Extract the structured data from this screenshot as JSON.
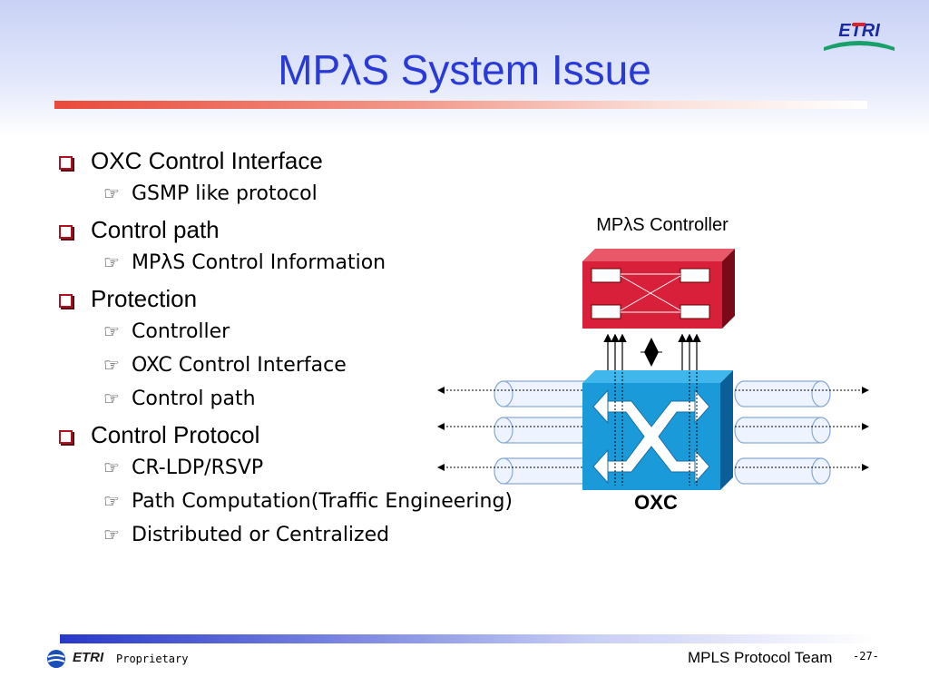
{
  "title": "MPλS System Issue",
  "bullets": [
    {
      "text": "OXC Control Interface",
      "subs": [
        "GSMP like protocol"
      ]
    },
    {
      "text": "Control path",
      "subs": [
        "MPλS Control Information"
      ]
    },
    {
      "text": "Protection",
      "subs": [
        "Controller",
        "OXC Control Interface",
        "Control path"
      ]
    },
    {
      "text": "Control Protocol",
      "subs": [
        "CR-LDP/RSVP",
        "Path Computation(Traffic Engineering)",
        "Distributed or Centralized"
      ]
    }
  ],
  "diagram": {
    "controller_label": "MPλS Controller",
    "oxc_label": "OXC"
  },
  "logo_text": "ETRI",
  "footer": {
    "logo_text": "ETRI",
    "label": "Proprietary",
    "team": "MPLS Protocol Team",
    "page": "-27-"
  },
  "colors": {
    "title": "#2a3ad6",
    "controller": "#d8203a",
    "oxc": "#1a9ad8",
    "bullet_box": "#b01020"
  }
}
